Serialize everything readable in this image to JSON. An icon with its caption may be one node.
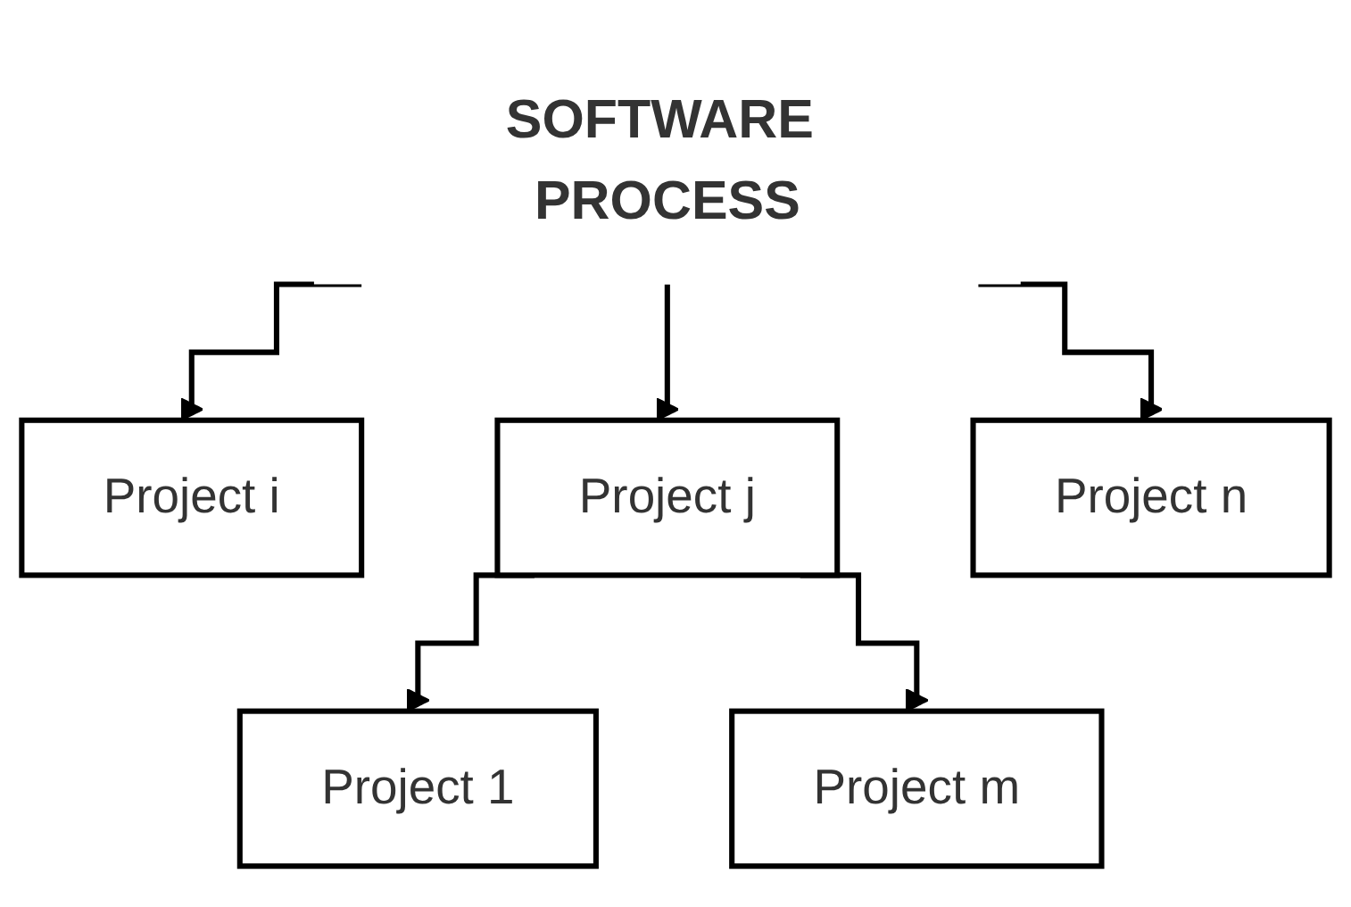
{
  "diagram": {
    "nodes": [
      {
        "text": [
          "SOFTWARE PROCESS"
        ]
      },
      {
        "text": [
          "Project i"
        ]
      },
      {
        "text": [
          "Project j"
        ]
      },
      {
        "text": [
          "Project n"
        ]
      },
      {
        "text": [
          "Project 1"
        ]
      },
      {
        "text": [
          "Project m"
        ]
      }
    ],
    "edges": [
      {
        "from": 0,
        "to": 1,
        "arrow": "to"
      },
      {
        "from": 0,
        "to": 2,
        "arrow": "to"
      },
      {
        "from": 0,
        "to": 3,
        "arrow": "to"
      },
      {
        "from": 2,
        "to": 4,
        "arrow": "to"
      },
      {
        "from": 2,
        "to": 5,
        "arrow": "to"
      }
    ]
  }
}
